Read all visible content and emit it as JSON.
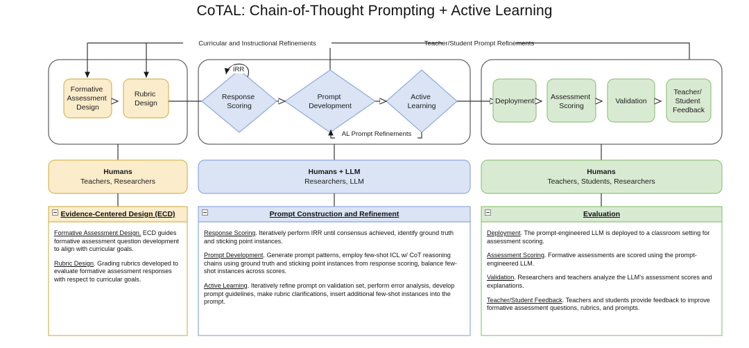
{
  "title": "CoTAL: Chain-of-Thought Prompting + Active Learning",
  "colors": {
    "yellow_fill": "#fbeccb",
    "yellow_stroke": "#d6b656",
    "blue_fill": "#dae4f5",
    "blue_stroke": "#8ea9dc",
    "green_fill": "#d9ead3",
    "green_stroke": "#93c47d",
    "line": "#333333",
    "lane_stroke": "#666666"
  },
  "connectors": {
    "curricular": "Curricular and Instructional Refinements",
    "teacher_student": "Teacher/Student Prompt Refinements",
    "irr": "IRR",
    "al_prompt": "AL Prompt Refinements"
  },
  "stages": {
    "ecd": [
      {
        "line1": "Formative",
        "line2": "Assessment",
        "line3": "Design"
      },
      {
        "line1": "Rubric",
        "line2": "Design",
        "line3": ""
      }
    ],
    "prompt": [
      {
        "line1": "Response",
        "line2": "Scoring"
      },
      {
        "line1": "Prompt",
        "line2": "Development"
      },
      {
        "line1": "Active",
        "line2": "Learning"
      }
    ],
    "evaluation": [
      {
        "line1": "Deployment",
        "line2": "",
        "line3": ""
      },
      {
        "line1": "Assessment",
        "line2": "Scoring",
        "line3": ""
      },
      {
        "line1": "Validation",
        "line2": "",
        "line3": ""
      },
      {
        "line1": "Teacher/",
        "line2": "Student",
        "line3": "Feedback"
      }
    ]
  },
  "roles": [
    {
      "title": "Humans",
      "subtitle": "Teachers, Researchers"
    },
    {
      "title": "Humans + LLM",
      "subtitle": "Researchers, LLM"
    },
    {
      "title": "Humans",
      "subtitle": "Teachers, Students, Researchers"
    }
  ],
  "panels": [
    {
      "header": "Evidence-Centered Design (ECD)",
      "paragraphs": [
        {
          "lead": "Formative Assessment Design.",
          "body": " ECD guides formative assessment question development to align with curricular goals."
        },
        {
          "lead": "Rubric Design",
          "body": ". Grading rubrics developed to evaluate formative assessment responses with respect to curricular goals."
        }
      ]
    },
    {
      "header": "Prompt Construction and Refinement",
      "paragraphs": [
        {
          "lead": "Response Scoring",
          "body": ". Iteratively perform IRR until consensus achieved, identify ground truth and sticking point instances."
        },
        {
          "lead": "Prompt Development",
          "body": ". Generate prompt patterns, employ few-shot ICL w/ CoT reasoning chains using ground truth and sticking point instances from response scoring, balance few-shot instances across scores."
        },
        {
          "lead": "Active Learning",
          "body": ". Iteratively refine prompt on validation set, perform error analysis, develop prompt guidelines, make rubric clarifications, insert additional few-shot instances into the prompt."
        }
      ]
    },
    {
      "header": "Evaluation",
      "paragraphs": [
        {
          "lead": "Deployment",
          "body": ". The prompt-engineered LLM is deployed to a classroom setting for assessment scoring."
        },
        {
          "lead": "Assessment Scoring",
          "body": ". Formative assessments are scored using the prompt-engineered LLM."
        },
        {
          "lead": "Validation",
          "body": ". Researchers and teachers analyze the LLM's assessment scores and explanations."
        },
        {
          "lead": "Teacher/Student Feedback",
          "body": ". Teachers and students provide feedback to improve formative assessment questions, rubrics, and prompts."
        }
      ]
    }
  ]
}
